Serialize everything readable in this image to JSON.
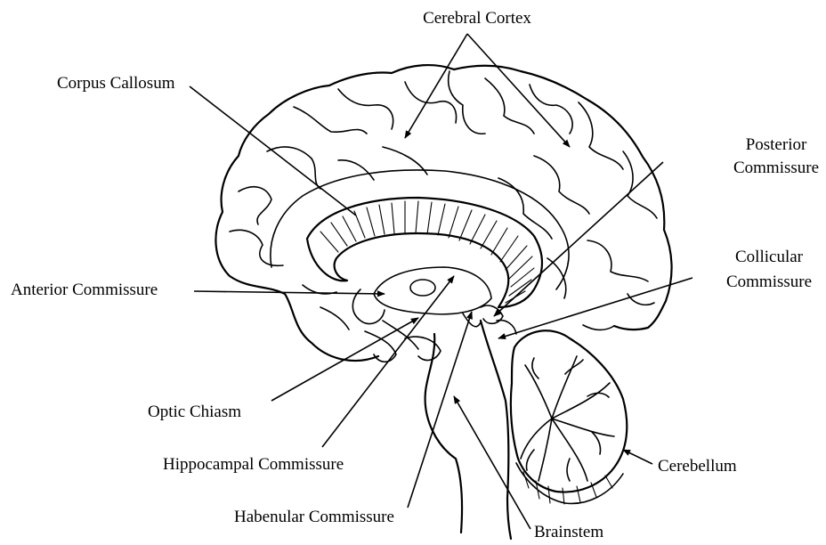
{
  "labels": {
    "cerebral_cortex": "Cerebral Cortex",
    "corpus_callosum": "Corpus Callosum",
    "posterior_commissure_line1": "Posterior",
    "posterior_commissure_line2": "Commissure",
    "anterior_commissure": "Anterior Commissure",
    "collicular_commissure_line1": "Collicular",
    "collicular_commissure_line2": "Commissure",
    "optic_chiasm": "Optic Chiasm",
    "hippocampal_commissure": "Hippocampal Commissure",
    "cerebellum": "Cerebellum",
    "habenular_commissure": "Habenular Commissure",
    "brainstem": "Brainstem"
  }
}
